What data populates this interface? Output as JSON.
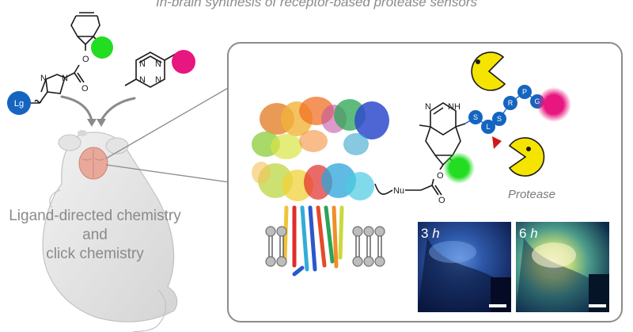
{
  "title": "In-brain synthesis of receptor-based protease sensors",
  "left_label": {
    "line1": "Ligand-directed chemistry",
    "line2": "and",
    "line3": "click chemistry"
  },
  "chem": {
    "lg": "Lg",
    "o_upper": "O",
    "o_lower": "O",
    "n_ring": "N",
    "n_ring2": "N",
    "tetrazine_n": [
      "N",
      "N",
      "N",
      "N"
    ],
    "pyridazine": [
      "N",
      "NH"
    ],
    "o_link": "O",
    "o_link2": "O",
    "nu": "Nu"
  },
  "peptide": [
    "S",
    "L",
    "S",
    "R",
    "P",
    "G"
  ],
  "protease_label": "Protease",
  "micrographs": [
    {
      "time": "3",
      "unit": "h"
    },
    {
      "time": "6",
      "unit": "h"
    }
  ],
  "colors": {
    "fluorophore_green": "#22dd22",
    "quencher_magenta": "#e8167f",
    "leaving_group_blue": "#1565c0",
    "peptide_blue": "#1565c0",
    "pacman_yellow": "#f5e400",
    "cleavage_red": "#d01818",
    "panel_border": "#8c8c8c"
  },
  "icons": [
    "mouse-illustration",
    "brain-icon",
    "pacman-protease-icon",
    "membrane-bilayer-icon",
    "receptor-structure-icon",
    "cleavage-arrow-icon"
  ]
}
